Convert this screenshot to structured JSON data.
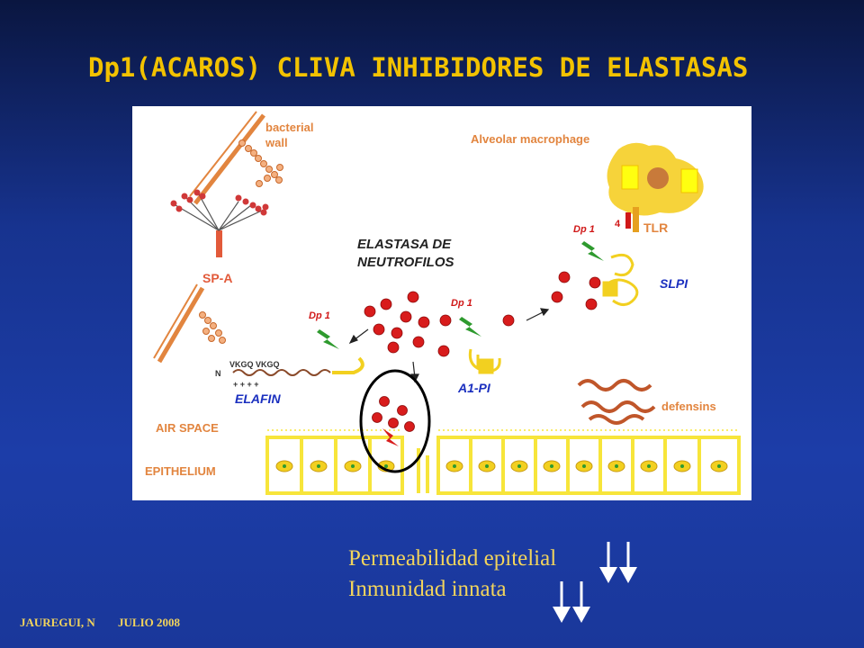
{
  "slide": {
    "title": "Dp1(ACAROS) CLIVA INHIBIDORES DE ELASTASAS",
    "notes": [
      "Permeabilidad epitelial",
      "Inmunidad innata"
    ],
    "footer_author": "JAUREGUI, N",
    "footer_date": "JULIO 2008"
  },
  "figure": {
    "labels": {
      "bacterial_wall": [
        "bacterial",
        "wall"
      ],
      "macrophage": "Alveolar macrophage",
      "tlr": "TLR",
      "tlr_num": "4",
      "elastasa": [
        "ELASTASA DE",
        "NEUTROFILOS"
      ],
      "sp_a": "SP-A",
      "slpi": "SLPI",
      "dp1": "Dp 1",
      "vkgq": "VKGQ  VKGQ",
      "n": "N",
      "plus": "+ + + +",
      "elafin": "ELAFIN",
      "a1pi": "A1-PI",
      "defensins": "defensins",
      "air_space": "AIR SPACE",
      "epithelium": "EPITHELIUM"
    }
  },
  "colors": {
    "title": "#f2c200",
    "notes": "#f2d45c",
    "orange_text": "#e2853f",
    "blue_text": "#1a2fbf",
    "red_dot": "#d81c1c",
    "yellow": "#f7e53a",
    "bolt_green": "#2e9a2e"
  }
}
